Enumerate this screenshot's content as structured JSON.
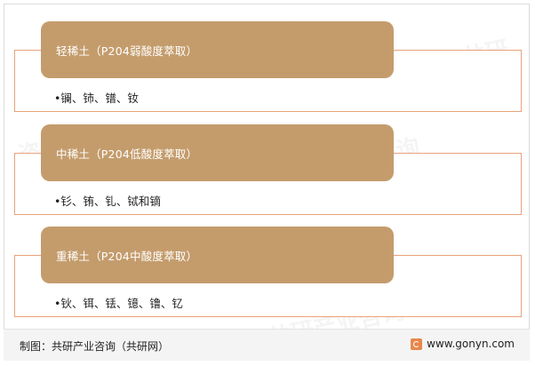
{
  "categories": [
    {
      "header": "轻稀土（P204弱酸度萃取）",
      "items": "•镧、铈、镨、钕"
    },
    {
      "header": "中稀土（P204低酸度萃取）",
      "items": "•钐、铕、钆、铽和镝"
    },
    {
      "header": "重稀土（P204中酸度萃取）",
      "items": "•钬、铒、铥、镱、镥、钇"
    }
  ],
  "footer": {
    "source": "制图：共研产业咨询（共研网）",
    "site": "www.gonyn.com"
  },
  "colors": {
    "header_fill": "#c49c6c",
    "outline": "#e8a27a",
    "logo": "#e8884b"
  }
}
